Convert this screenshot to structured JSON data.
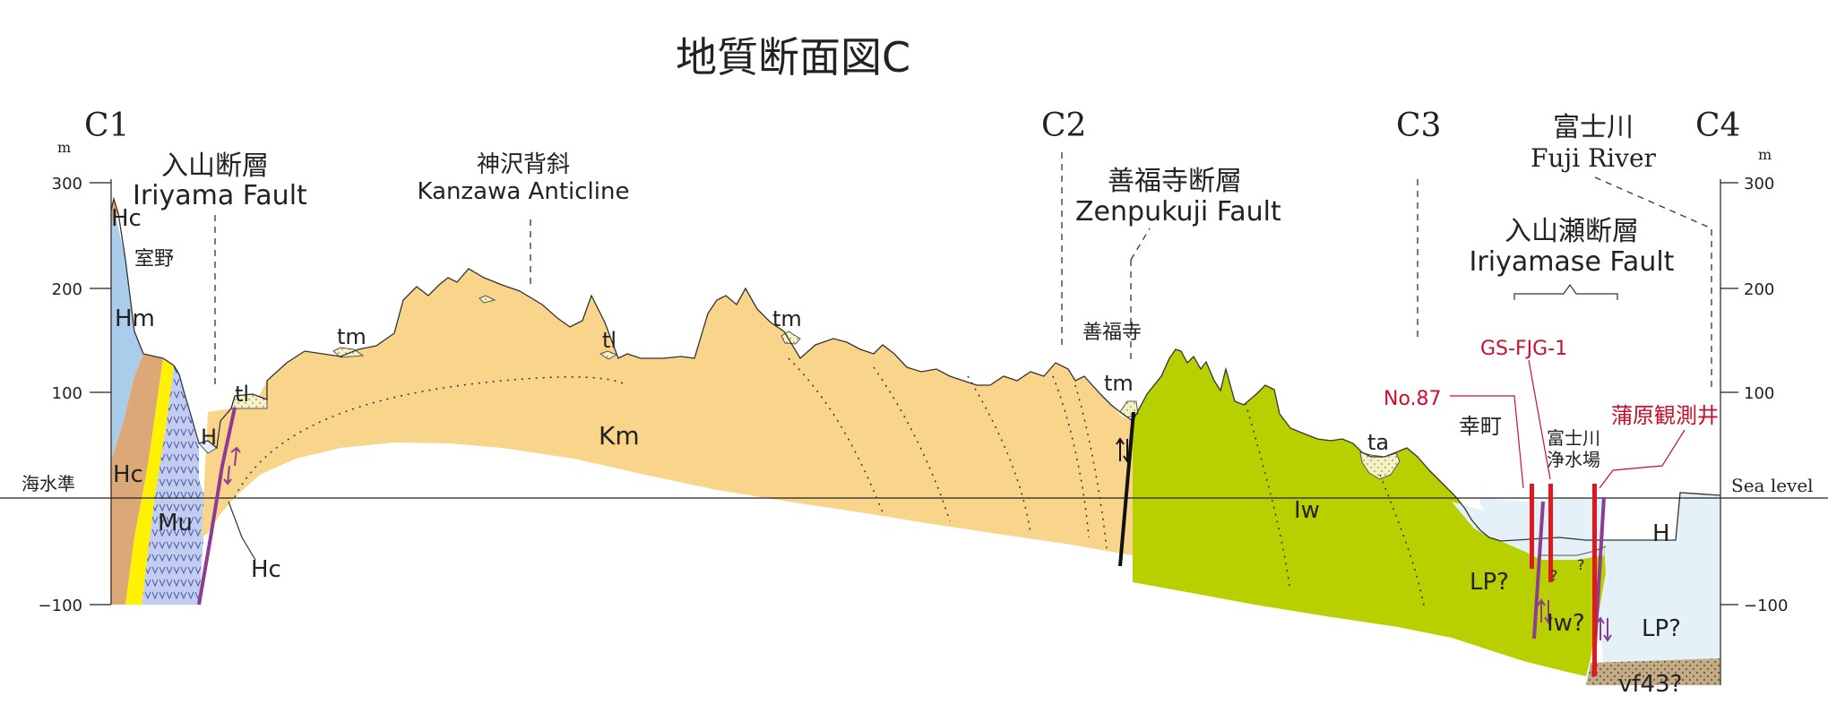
{
  "title": "地質断面図C",
  "sections": [
    "C1",
    "C2",
    "C3",
    "C4"
  ],
  "axis": {
    "unit": "m",
    "ticks_left": [
      "300",
      "200",
      "100",
      "−100"
    ],
    "ticks_right": [
      "300",
      "200",
      "100",
      "−100"
    ],
    "sea_level_left": "海水準",
    "sea_level_right": "Sea level"
  },
  "features": {
    "iriyama_jp": "入山断層",
    "iriyama_en": "Iriyama Fault",
    "kanzawa_jp": "神沢背斜",
    "kanzawa_en": "Kanzawa Anticline",
    "zenpukuji_jp": "善福寺断層",
    "zenpukuji_en": "Zenpukuji Fault",
    "fuji_jp": "富士川",
    "fuji_en": "Fuji River",
    "iriyamase_jp": "入山瀬断層",
    "iriyamase_en": "Iriyamase Fault"
  },
  "places": {
    "muroya": "室野",
    "zenpukuji": "善福寺",
    "saiwaicho": "幸町",
    "plant": [
      "富士川",
      "浄水場"
    ]
  },
  "wells": {
    "no87": "No.87",
    "gs": "GS-FJG-1",
    "kanbara": "蒲原観測井"
  },
  "units": {
    "Hc": "Hc",
    "Hm": "Hm",
    "Mu": "Mu",
    "H": "H",
    "tl": "tl",
    "tm": "tm",
    "Km": "Km",
    "ta": "ta",
    "Iw": "Iw",
    "LP": "LP?",
    "Iw_q": "Iw?",
    "vf43": "vf43?",
    "q": "?"
  },
  "colors": {
    "Km": "#f9d48b",
    "Iw": "#b8d000",
    "Hm": "#a9cdea",
    "Hc": "#dca877",
    "Mu": "#c3cdf0",
    "yellow_bed": "#fff200",
    "H": "#e4f1f8",
    "well": "#e0191e",
    "fault": "#8e3b93"
  }
}
